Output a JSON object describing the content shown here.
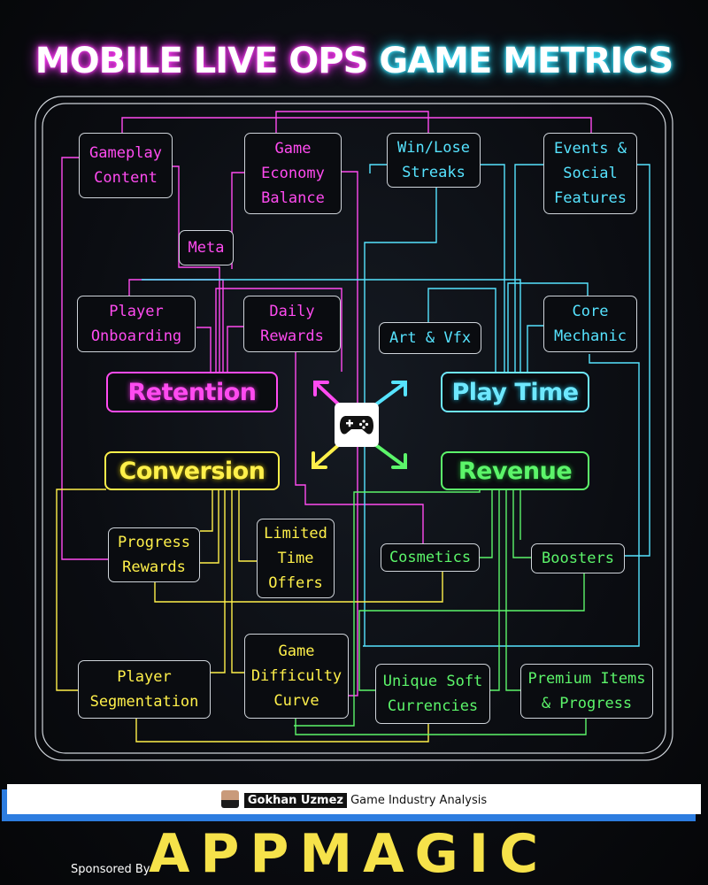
{
  "title": {
    "part1": "MOBILE LIVE OPS ",
    "part2": "GAME METRICS"
  },
  "hubs": {
    "retention": "Retention",
    "play_time": "Play Time",
    "conversion": "Conversion",
    "revenue": "Revenue"
  },
  "nodes": {
    "gameplay_content": "Gameplay\nContent",
    "game_economy_balance": "Game\nEconomy\nBalance",
    "win_lose_streaks": "Win/Lose\nStreaks",
    "events_social": "Events &\nSocial\nFeatures",
    "meta": "Meta",
    "player_onboarding": "Player\nOnboarding",
    "daily_rewards": "Daily\nRewards",
    "art_vfx": "Art & Vfx",
    "core_mechanic": "Core\nMechanic",
    "progress_rewards": "Progress\nRewards",
    "limited_time_offers": "Limited\nTime\nOffers",
    "cosmetics": "Cosmetics",
    "boosters": "Boosters",
    "game_difficulty_curve": "Game\nDifficulty\nCurve",
    "player_segmentation": "Player\nSegmentation",
    "unique_soft_currencies": "Unique Soft\nCurrencies",
    "premium_items_progress": "Premium Items\n& Progress"
  },
  "icons": {
    "center": "gamepad-icon"
  },
  "colors": {
    "retention": "#ff4bf0",
    "play_time": "#56e3ff",
    "conversion": "#fff04a",
    "revenue": "#5cf56a",
    "brand": "#f6e24a",
    "banner_accent": "#2d7de0"
  },
  "footer": {
    "author_name": "Gokhan Uzmez",
    "author_tagline": "Game Industry Analysis",
    "sponsor_label": "Sponsored By",
    "sponsor_brand": "APPMAGIC"
  }
}
